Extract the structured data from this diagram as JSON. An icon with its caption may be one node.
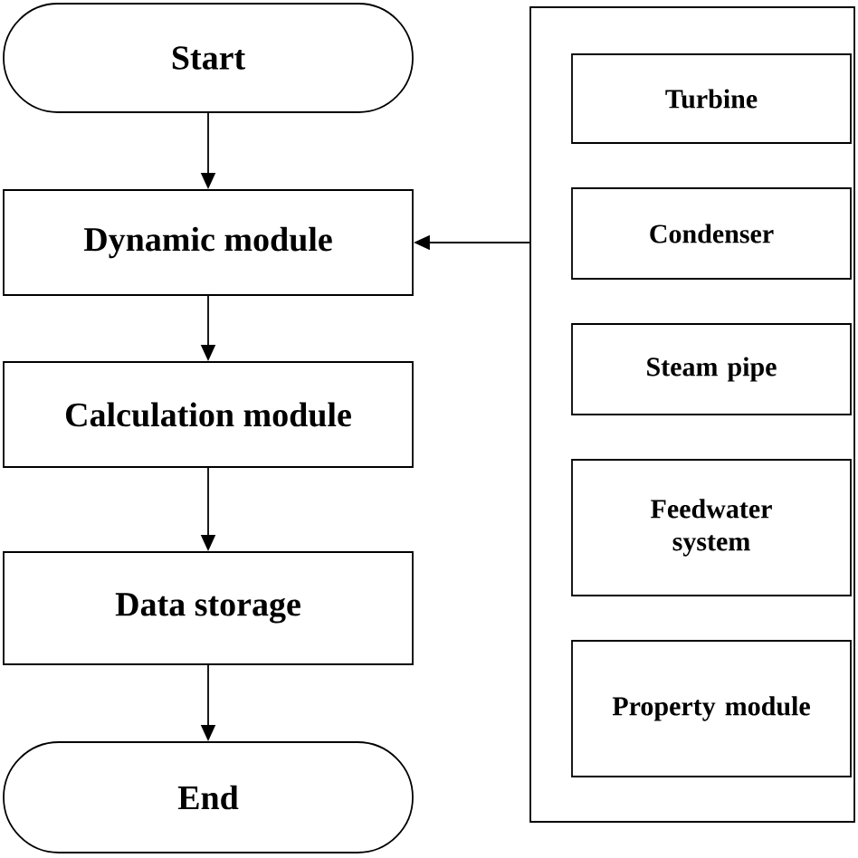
{
  "diagram": {
    "nodes": [
      {
        "text": [
          "Start"
        ]
      },
      {
        "text": [
          "Dynamic module"
        ]
      },
      {
        "text": [
          "Calculation module"
        ]
      },
      {
        "text": [
          "Data storage"
        ]
      },
      {
        "text": [
          "End"
        ]
      },
      {
        "text": [],
        "shape": "box"
      },
      {
        "text": [
          "Turbine"
        ],
        "in": 5
      },
      {
        "text": [
          "Condenser"
        ],
        "in": 5
      },
      {
        "text": [
          "Steam pipe"
        ],
        "in": 5
      },
      {
        "text": [
          "Feedwater system"
        ],
        "in": 5
      },
      {
        "text": [
          "Property module"
        ],
        "in": 5
      }
    ],
    "edges": [
      {
        "from": 0,
        "to": 1,
        "arrow": "to"
      },
      {
        "from": 1,
        "to": 2,
        "arrow": "to"
      },
      {
        "from": 2,
        "to": 3,
        "arrow": "to"
      },
      {
        "from": 3,
        "to": 4,
        "arrow": "to"
      },
      {
        "from": 5,
        "to": 1,
        "arrow": "to"
      }
    ]
  }
}
